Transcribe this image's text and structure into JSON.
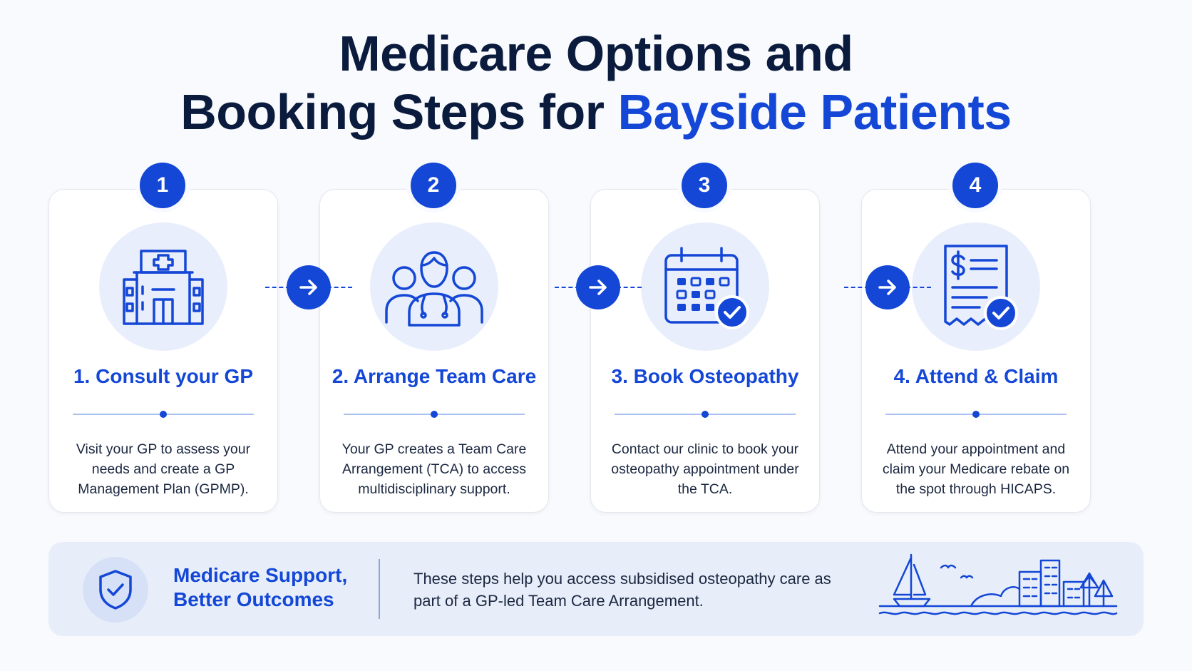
{
  "title": {
    "line1": "Medicare Options and",
    "line2_prefix": "Booking Steps for ",
    "line2_highlight": "Bayside Patients"
  },
  "steps": [
    {
      "number": "1",
      "title": "1. Consult your GP",
      "description": "Visit your GP to assess your needs and create a GP Management Plan (GPMP).",
      "icon": "hospital-icon"
    },
    {
      "number": "2",
      "title": "2. Arrange Team Care",
      "description": "Your GP creates a Team Care Arrangement (TCA) to access multidisciplinary support.",
      "icon": "care-team-icon"
    },
    {
      "number": "3",
      "title": "3. Book Osteopathy",
      "description": "Contact our clinic to book your osteopathy appointment under the TCA.",
      "icon": "calendar-check-icon"
    },
    {
      "number": "4",
      "title": "4. Attend & Claim",
      "description": "Attend your appointment and claim your Medicare rebate on the spot through HICAPS.",
      "icon": "receipt-check-icon"
    }
  ],
  "connectors": [
    "arrow-right-icon",
    "arrow-right-icon",
    "arrow-right-icon"
  ],
  "footer": {
    "title": "Medicare Support, Better Outcomes",
    "text": "These steps help you access subsidised osteopathy care as part of a GP-led Team Care Arrangement.",
    "icons": [
      "shield-check-icon",
      "bayside-skyline-icon"
    ]
  },
  "colors": {
    "accent": "#1447d6",
    "heading": "#0b1b3d",
    "icon_bg": "#e8eefb",
    "footer_bg": "#e7eef9"
  }
}
